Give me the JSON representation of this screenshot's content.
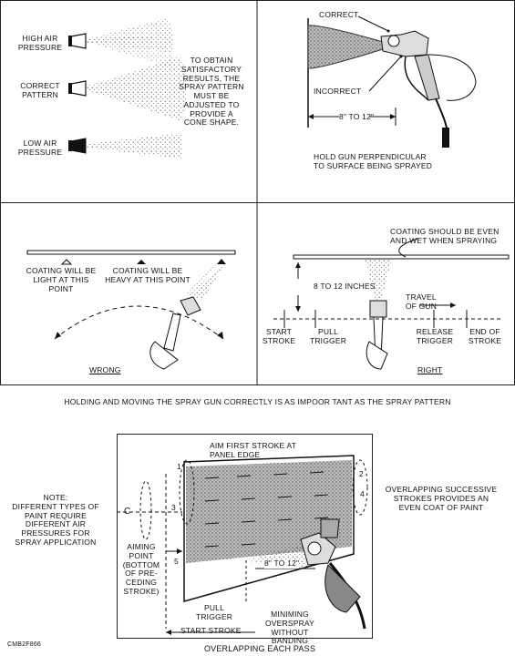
{
  "pattern": {
    "high_air": "HIGH AIR\nPRESSURE",
    "correct": "CORRECT\nPATTERN",
    "low_air": "LOW AIR\nPRESSURE",
    "note": "TO OBTAIN\nSATISFACTORY\nRESULTS, THE\nSPRAY PATTERN\nMUST BE\nADJUSTED TO\nPROVIDE A\nCONE SHAPE."
  },
  "perpendicular": {
    "correct": "CORRECT",
    "incorrect": "INCORRECT",
    "distance": "8\" TO 12\"",
    "caption": "HOLD GUN PERPENDICULAR\nTO SURFACE BEING SPRAYED"
  },
  "wrong": {
    "light": "COATING WILL BE\nLIGHT AT THIS\nPOINT",
    "heavy": "COATING WILL BE\nHEAVY AT THIS POINT",
    "title": "WRONG"
  },
  "right": {
    "even": "COATING SHOULD BE EVEN\nAND WET WHEN SPRAYING",
    "distance": "8 TO 12 INCHES",
    "travel": "TRAVEL\nOF GUN",
    "start": "START\nSTROKE",
    "pull": "PULL\nTRIGGER",
    "release": "RELEASE\nTRIGGER",
    "end": "END OF\nSTROKE",
    "title": "RIGHT"
  },
  "middle_caption": "HOLDING AND MOVING THE SPRAY GUN CORRECTLY IS AS IMPOOR TANT AS THE SPRAY PATTERN",
  "overlap": {
    "note_left": "NOTE:\nDIFFERENT TYPES OF\nPAINT REQUIRE\nDIFFERENT AIR\nPRESSURES FOR\nSPRAY APPLICATION",
    "aim_first": "AIM FIRST STROKE AT\nPANEL EDGE",
    "aiming_point": "AIMING\nPOINT\n(BOTTOM\nOF PRE-\nCEDING\nSTROKE)",
    "distance": "8\" TO 12\"",
    "pull": "PULL\nTRIGGER",
    "start": "START STROKE",
    "minimum": "MINIMING\nOVERSPRAY\nWITHOUT BANDING",
    "right_note": "OVERLAPPING SUCCESSIVE\nSTROKES PROVIDES AN\nEVEN COAT OF PAINT",
    "n1": "1",
    "n2": "2",
    "n3": "3",
    "n4": "4",
    "n5": "5",
    "c": "C",
    "code": "CMB2F866",
    "title": "OVERLAPPING EACH PASS"
  }
}
